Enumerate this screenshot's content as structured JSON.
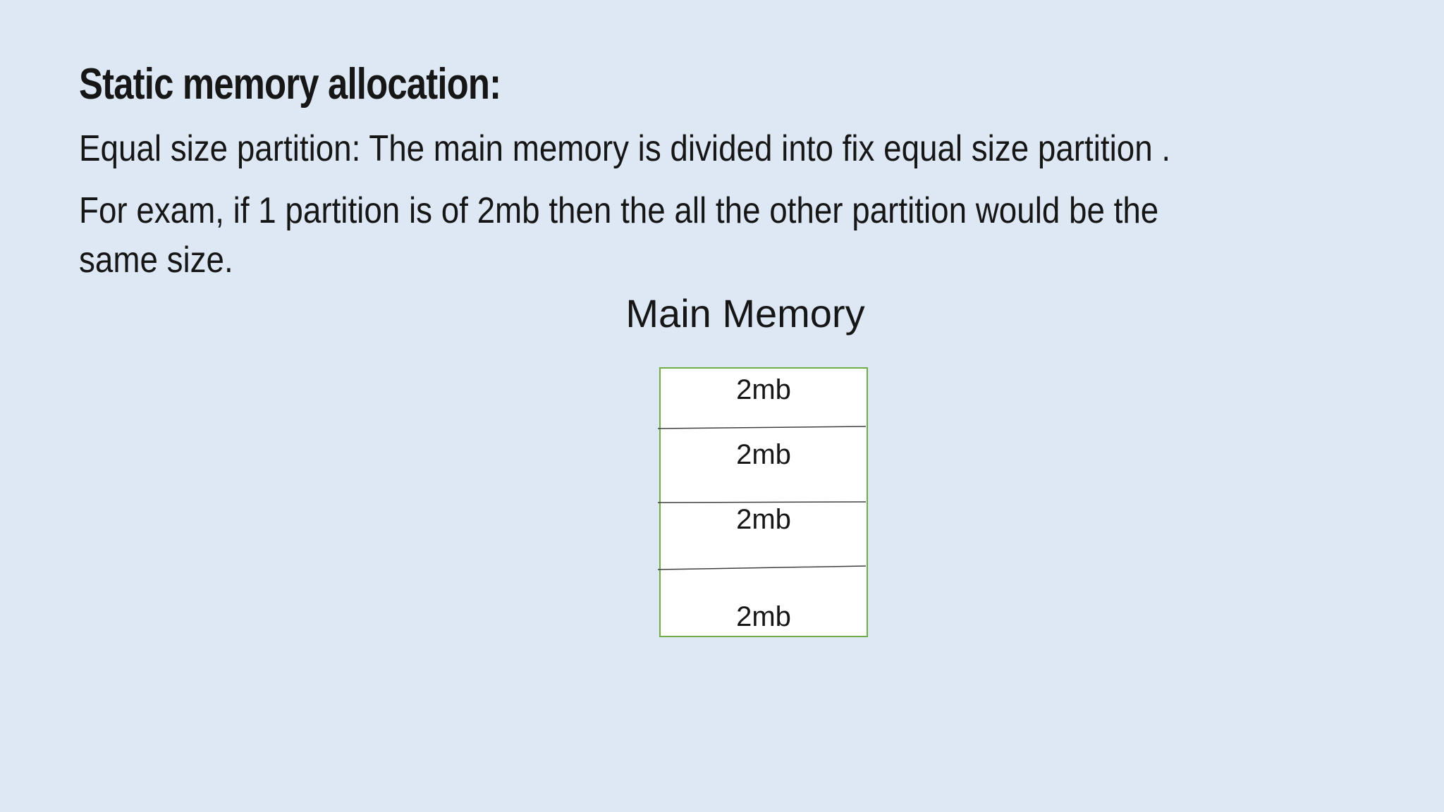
{
  "slide": {
    "title": "Static memory allocation:",
    "paragraphs": [
      {
        "lines": [
          "Equal size partition: The main memory is divided into fix equal size partition ."
        ]
      },
      {
        "lines": [
          "For exam, if 1 partition is of 2mb then the all the other partition would be the",
          "same size."
        ]
      }
    ],
    "diagram": {
      "heading": "Main Memory",
      "partitions": [
        "2mb",
        "2mb",
        "2mb",
        "2mb"
      ]
    },
    "colors": {
      "background": "#dde8f4",
      "text": "#161616",
      "box_border": "#70ad47",
      "box_fill": "#ffffff",
      "divider": "#404040"
    }
  }
}
